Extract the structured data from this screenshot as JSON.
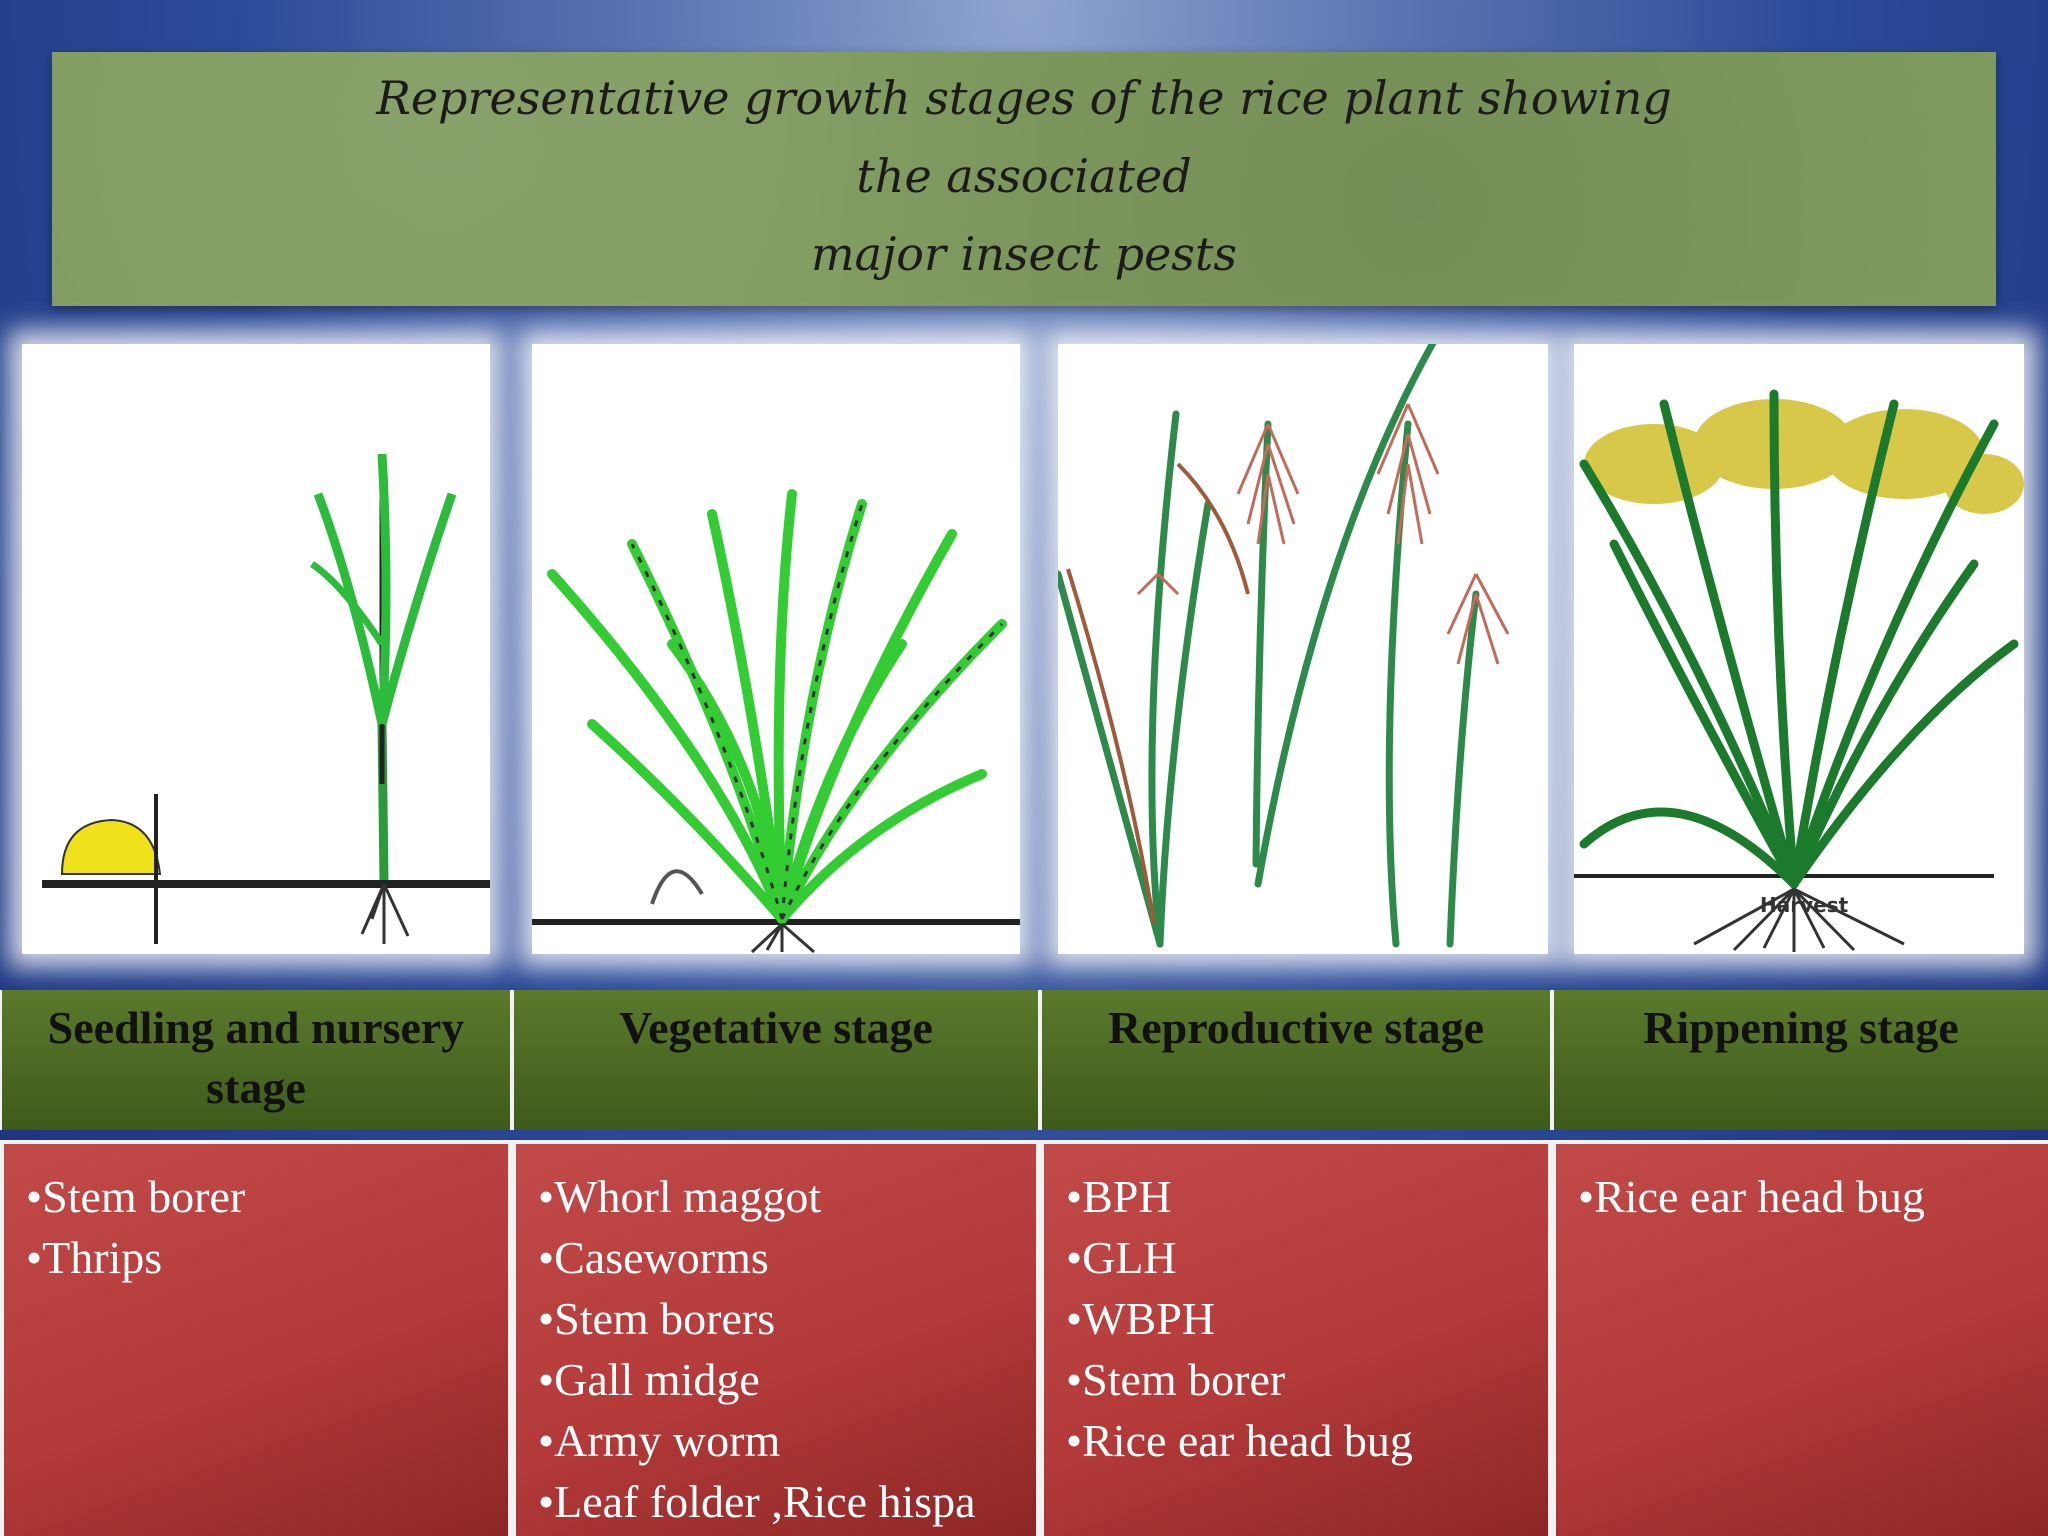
{
  "title": {
    "line1": "Representative growth stages of the rice plant showing the associated",
    "line2": "major insect pests"
  },
  "stages": [
    {
      "name": "Seedling and nursery stage",
      "pests": [
        "Stem borer",
        "Thrips"
      ]
    },
    {
      "name": "Vegetative stage",
      "pests": [
        "Whorl maggot",
        "Caseworms",
        "Stem borers",
        "Gall midge",
        "Army worm",
        "Leaf folder ,Rice hispa"
      ]
    },
    {
      "name": "Reproductive stage",
      "pests": [
        "BPH",
        "GLH",
        "WBPH",
        "Stem borer",
        "Rice ear head bug"
      ]
    },
    {
      "name": "Rippening stage",
      "pests": [
        "Rice ear head bug"
      ]
    }
  ],
  "illustrations": {
    "ripening_label": "Harvest"
  },
  "colors": {
    "title_box": "#7f9a5e",
    "header_cells": "#4b6a22",
    "pest_cells": "#b33a39",
    "background": "#2b4a98"
  }
}
